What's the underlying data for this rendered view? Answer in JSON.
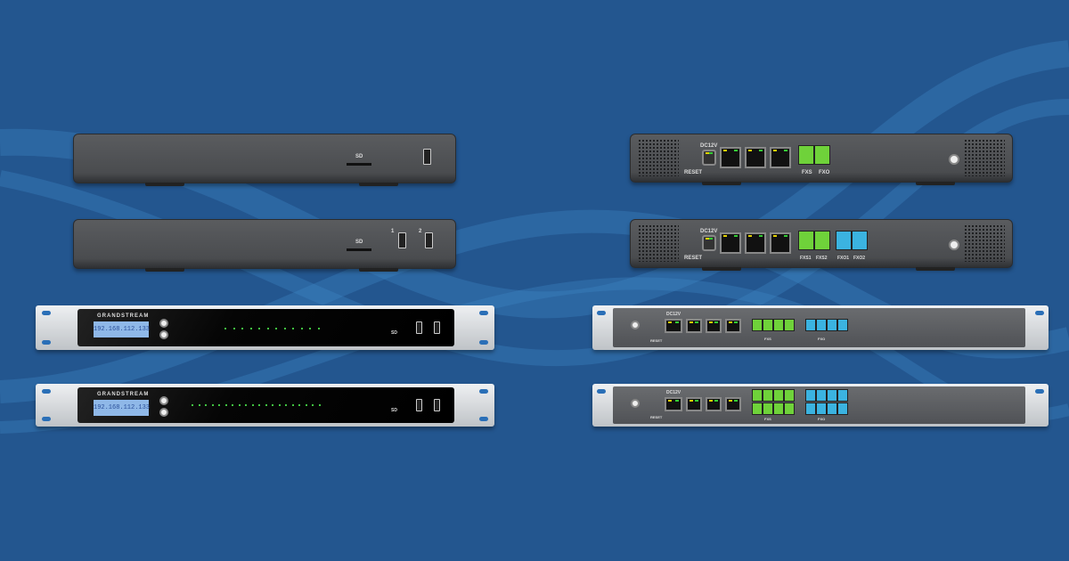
{
  "brand": "GRANDSTREAM",
  "lcd_ip": "192.168.112.133",
  "sd_label": "SD",
  "usb_numbers": [
    "1",
    "2"
  ],
  "dc_label": "DC12V",
  "reset_label": "RESET",
  "fxs_label": "FXS",
  "fxo_label": "FXO",
  "fxs1_label": "FXS1",
  "fxs2_label": "FXS2",
  "fxo1_label": "FXO1",
  "fxo2_label": "FXO2",
  "colors": {
    "background": "#23568f",
    "fxs_port": "#6fd23a",
    "fxo_port": "#3bb3e0",
    "device": "#4a4c4f"
  }
}
